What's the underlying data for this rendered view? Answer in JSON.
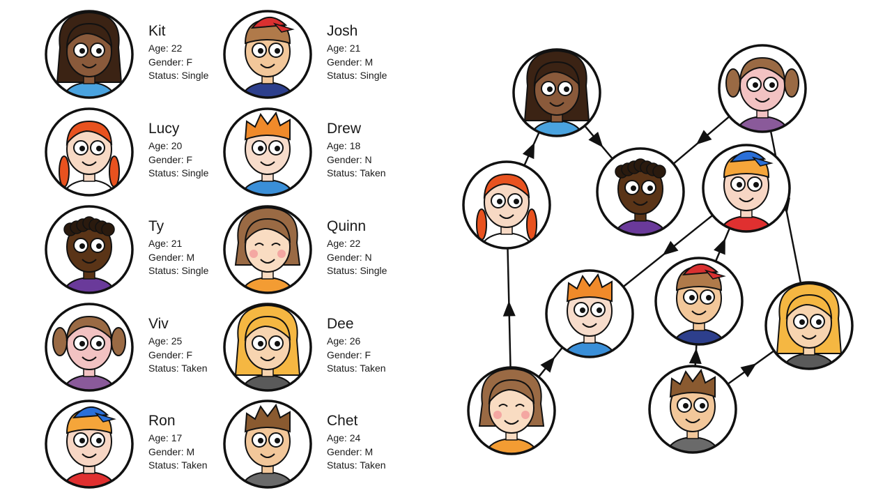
{
  "labels": {
    "age": "Age: ",
    "gender": "Gender: ",
    "status": "Status: "
  },
  "people": [
    {
      "id": "kit",
      "name": "Kit",
      "age": "22",
      "gender": "F",
      "status": "Single",
      "skin": "#8a5a3b",
      "hair": "#3b2314",
      "shirt": "#4aa3df",
      "hair_style": "long"
    },
    {
      "id": "josh",
      "name": "Josh",
      "age": "21",
      "gender": "M",
      "status": "Single",
      "skin": "#f2c79a",
      "hair": "#b07a4a",
      "shirt": "#2d3f8c",
      "hair_style": "cap",
      "cap": "#d93030"
    },
    {
      "id": "lucy",
      "name": "Lucy",
      "age": "20",
      "gender": "F",
      "status": "Single",
      "skin": "#f7d9c4",
      "hair": "#e8521f",
      "shirt": "#ffffff",
      "hair_style": "braids"
    },
    {
      "id": "drew",
      "name": "Drew",
      "age": "18",
      "gender": "N",
      "status": "Taken",
      "skin": "#f7dccb",
      "hair": "#f08a2a",
      "shirt": "#3a8fd8",
      "hair_style": "spiky"
    },
    {
      "id": "ty",
      "name": "Ty",
      "age": "21",
      "gender": "M",
      "status": "Single",
      "skin": "#5a3417",
      "hair": "#2a1a0e",
      "shirt": "#6a3a9a",
      "hair_style": "curly"
    },
    {
      "id": "quinn",
      "name": "Quinn",
      "age": "22",
      "gender": "N",
      "status": "Single",
      "skin": "#f9dcc2",
      "hair": "#9a6a44",
      "shirt": "#f39c33",
      "hair_style": "bob"
    },
    {
      "id": "viv",
      "name": "Viv",
      "age": "25",
      "gender": "F",
      "status": "Taken",
      "skin": "#f2c2c2",
      "hair": "#9a6a44",
      "shirt": "#8a5a9a",
      "hair_style": "pigtails"
    },
    {
      "id": "dee",
      "name": "Dee",
      "age": "26",
      "gender": "F",
      "status": "Taken",
      "skin": "#f7d4b0",
      "hair": "#f5b742",
      "shirt": "#5a5a5a",
      "hair_style": "long"
    },
    {
      "id": "ron",
      "name": "Ron",
      "age": "17",
      "gender": "M",
      "status": "Taken",
      "skin": "#f7d6c4",
      "hair": "#f5a53a",
      "shirt": "#e03030",
      "hair_style": "cap",
      "cap": "#2a6fd8"
    },
    {
      "id": "chet",
      "name": "Chet",
      "age": "24",
      "gender": "M",
      "status": "Taken",
      "skin": "#f2c79a",
      "hair": "#8a5a30",
      "shirt": "#6a6a6a",
      "hair_style": "spiky"
    }
  ],
  "graph": {
    "nodes": [
      "kit",
      "viv",
      "lucy",
      "ty",
      "ron",
      "drew",
      "josh",
      "dee",
      "quinn",
      "chet"
    ],
    "edges": [
      {
        "from": "lucy",
        "to": "kit"
      },
      {
        "from": "kit",
        "to": "ty"
      },
      {
        "from": "viv",
        "to": "ty"
      },
      {
        "from": "viv",
        "to": "dee"
      },
      {
        "from": "ron",
        "to": "drew"
      },
      {
        "from": "josh",
        "to": "ron"
      },
      {
        "from": "quinn",
        "to": "lucy"
      },
      {
        "from": "quinn",
        "to": "drew"
      },
      {
        "from": "chet",
        "to": "josh"
      },
      {
        "from": "chet",
        "to": "dee"
      }
    ]
  }
}
